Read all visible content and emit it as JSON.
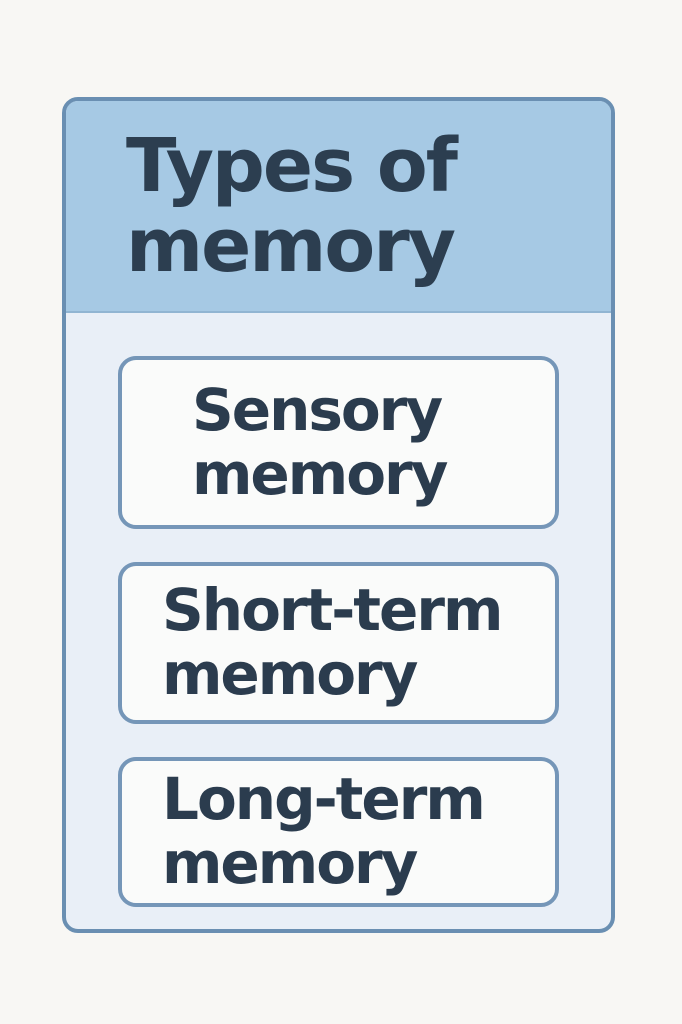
{
  "card": {
    "title": "Types of memory",
    "boxes": [
      {
        "label": "Sensory memory"
      },
      {
        "label": "Short-term memory"
      },
      {
        "label": "Long-term memory"
      }
    ]
  },
  "colors": {
    "page_background": "#f8f7f4",
    "header_background": "#a6c9e4",
    "body_background": "#e9eff7",
    "card_border": "#6a8fb2",
    "box_background": "#fafbfa",
    "box_border": "#7596b8",
    "text": "#2b3c4e"
  }
}
